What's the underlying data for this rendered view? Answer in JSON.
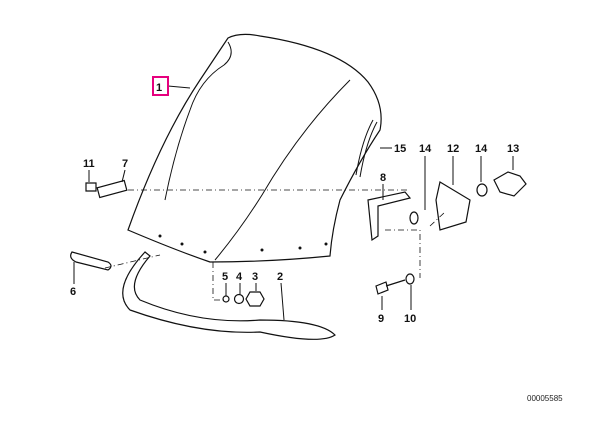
{
  "diagram": {
    "highlight_color": "#e6007e",
    "callouts": {
      "p1": "1",
      "p2": "2",
      "p3": "3",
      "p4": "4",
      "p5": "5",
      "p6": "6",
      "p7": "7",
      "p8": "8",
      "p9": "9",
      "p10": "10",
      "p11": "11",
      "p12": "12",
      "p13": "13",
      "p14a": "14",
      "p14b": "14",
      "p15": "15"
    },
    "reference_number": "00005585"
  }
}
